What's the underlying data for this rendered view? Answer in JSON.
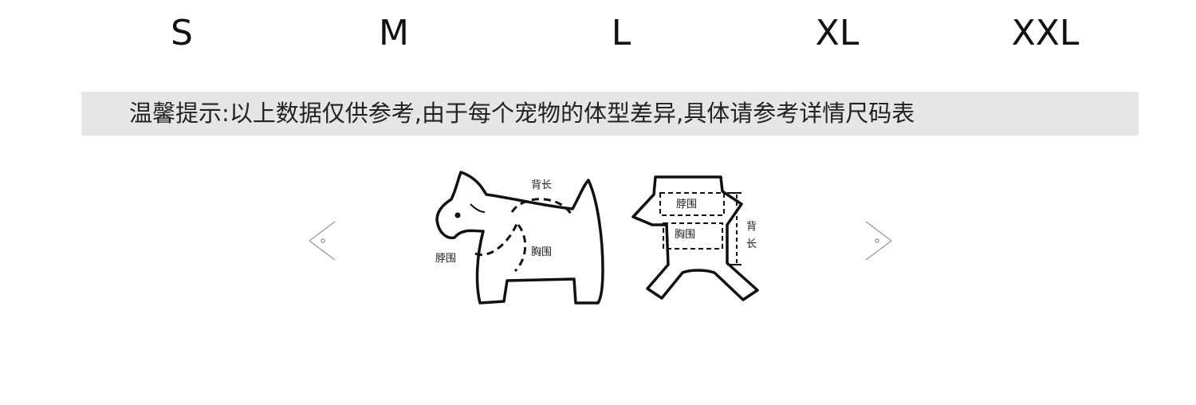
{
  "sizes": [
    "S",
    "M",
    "L",
    "XL",
    "XXL"
  ],
  "notice": "温馨提示:以上数据仅供参考,由于每个宠物的体型差异,具体请参考详情尺码表",
  "diagram": {
    "dog": {
      "back_length": "背长",
      "neck": "脖围",
      "chest": "胸围"
    },
    "garment": {
      "neck": "脖围",
      "chest": "胸围",
      "back_char_1": "背",
      "back_char_2": "长"
    }
  }
}
